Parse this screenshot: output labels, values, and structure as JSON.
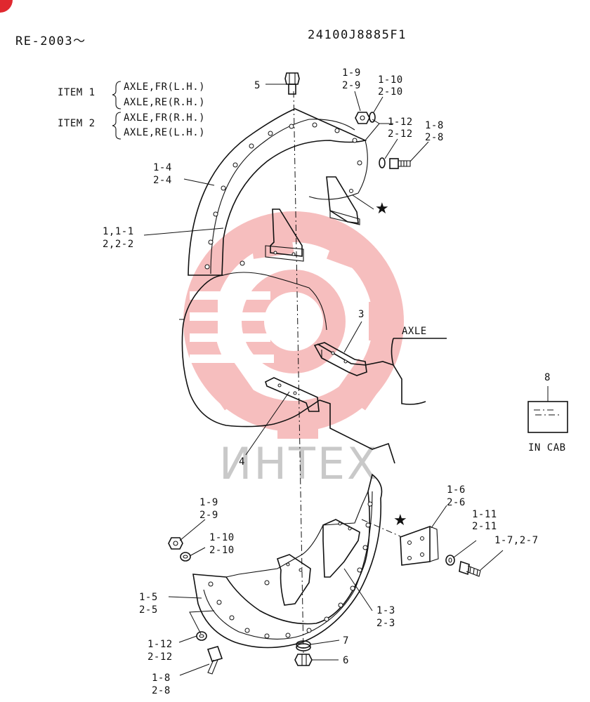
{
  "header": {
    "model": "RE-2003～",
    "part_number": "24100J8885F1"
  },
  "items_legend": {
    "item1_label": "ITEM 1",
    "item1_line1": "AXLE,FR(L.H.)",
    "item1_line2": "AXLE,RE(R.H.)",
    "item2_label": "ITEM 2",
    "item2_line1": "AXLE,FR(R.H.)",
    "item2_line2": "AXLE,RE(L.H.)"
  },
  "callouts": {
    "c5": "5",
    "c1_9a": "1-9",
    "c2_9a": "2-9",
    "c1_10a": "1-10",
    "c2_10a": "2-10",
    "c1_12a": "1-12",
    "c2_12a": "2-12",
    "c1_8a": "1-8",
    "c2_8a": "2-8",
    "c1_4": "1-4",
    "c2_4": "2-4",
    "c1_1a": "1,1-1",
    "c2_2a": "2,2-2",
    "c3": "3",
    "axle": "AXLE",
    "c4": "4",
    "c8": "8",
    "in_cab": "IN CAB",
    "c1_9b": "1-9",
    "c2_9b": "2-9",
    "c1_10b": "1-10",
    "c2_10b": "2-10",
    "c1_6": "1-6",
    "c2_6": "2-6",
    "c1_11": "1-11",
    "c2_11": "2-11",
    "c1_7": "1-7,2-7",
    "c1_5": "1-5",
    "c2_5": "2-5",
    "c1_3": "1-3",
    "c2_3": "2-3",
    "c7": "7",
    "c6": "6",
    "c1_12b": "1-12",
    "c2_12b": "2-12",
    "c1_8b": "1-8",
    "c2_8b": "2-8"
  },
  "watermark": {
    "text": "ИНТЕХ",
    "color": "#f08080"
  },
  "colors": {
    "line": "#111111",
    "corner_badge": "#e0282f"
  }
}
